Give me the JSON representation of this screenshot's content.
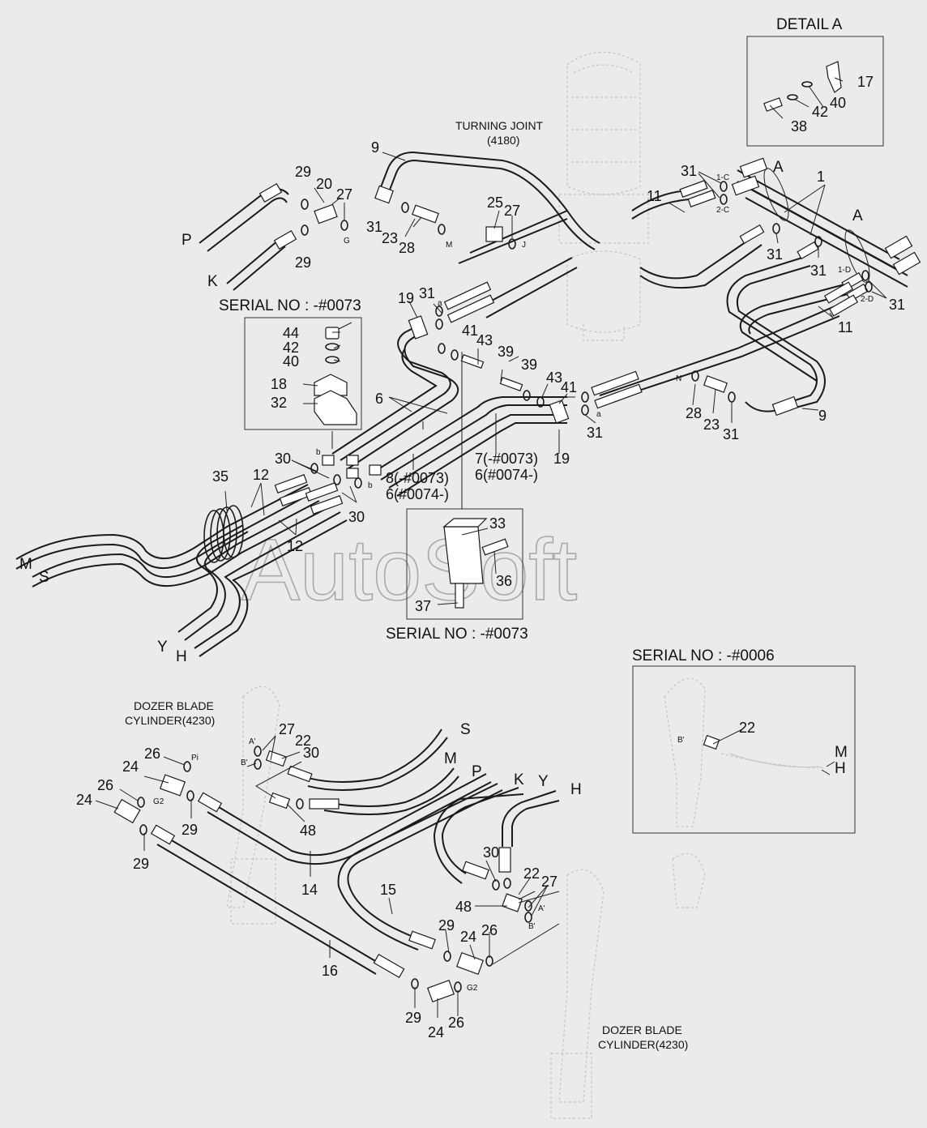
{
  "watermark": "AutoSoft",
  "captions": {
    "detail_a": "DETAIL A",
    "turning_joint": "TURNING JOINT",
    "turning_joint_ref": "(4180)",
    "serial_1": "SERIAL NO : -#0073",
    "serial_2": "SERIAL NO : -#0073",
    "serial_3": "SERIAL NO : -#0006",
    "dozer_1": "DOZER BLADE",
    "dozer_1_ref": "CYLINDER(4230)",
    "dozer_2": "DOZER BLADE",
    "dozer_2_ref": "CYLINDER(4230)"
  },
  "part_numbers": {
    "n1": "1",
    "n9a": "9",
    "n9b": "9",
    "n11a": "11",
    "n11b": "11",
    "n12a": "12",
    "n12b": "12",
    "n6": "6",
    "n7": "7(-#0073)",
    "n6b": "6(#0074-)",
    "n8": "8(-#0073)",
    "n6c": "6(#0074-)",
    "n17": "17",
    "n18": "18",
    "n19a": "19",
    "n19b": "19",
    "n20": "20",
    "n22a": "22",
    "n22b": "22",
    "n22c": "22",
    "n23a": "23",
    "n23b": "23",
    "n25": "25",
    "n27a": "27",
    "n27b": "27",
    "n27c": "27",
    "n27d": "27",
    "n28a": "28",
    "n28b": "28",
    "n29a": "29",
    "n29b": "29",
    "n29c": "29",
    "n29d": "29",
    "n29e": "29",
    "n29f": "29",
    "n30a": "30",
    "n30b": "30",
    "n30c": "30",
    "n30d": "30",
    "n31a": "31",
    "n31b": "31",
    "n31c": "31",
    "n31d": "31",
    "n31e": "31",
    "n31f": "31",
    "n31g": "31",
    "n31h": "31",
    "n32": "32",
    "n33": "33",
    "n35": "35",
    "n36": "36",
    "n37": "37",
    "n38": "38",
    "n39a": "39",
    "n39b": "39",
    "n40a": "40",
    "n40b": "40",
    "n41a": "41",
    "n41b": "41",
    "n42a": "42",
    "n42b": "42",
    "n43a": "43",
    "n43b": "43",
    "n44": "44",
    "n14": "14",
    "n15": "15",
    "n16": "16",
    "n24a": "24",
    "n24b": "24",
    "n24c": "24",
    "n24d": "24",
    "n26a": "26",
    "n26b": "26",
    "n26c": "26",
    "n26d": "26",
    "n48a": "48",
    "n48b": "48"
  },
  "line_letters": {
    "P": "P",
    "K": "K",
    "M": "M",
    "S": "S",
    "Y": "Y",
    "H": "H",
    "A1": "A",
    "A2": "A",
    "S2": "S",
    "M2": "M",
    "P2": "P",
    "K2": "K",
    "Y2": "Y",
    "H2": "H",
    "M3": "M",
    "H3": "H"
  },
  "port_labels": {
    "G": "G",
    "M": "M",
    "J": "J",
    "N": "N",
    "c1": "1-C",
    "c2": "2-C",
    "d1": "1-D",
    "d2": "2-D",
    "a1": "a",
    "a2": "a",
    "b1": "b",
    "b2": "b",
    "pi": "Pi",
    "g2a": "G2",
    "g2b": "G2",
    "aprime1": "A'",
    "bprime1": "B'",
    "aprime2": "A'",
    "bprime2": "B'",
    "bprime3": "B'"
  }
}
